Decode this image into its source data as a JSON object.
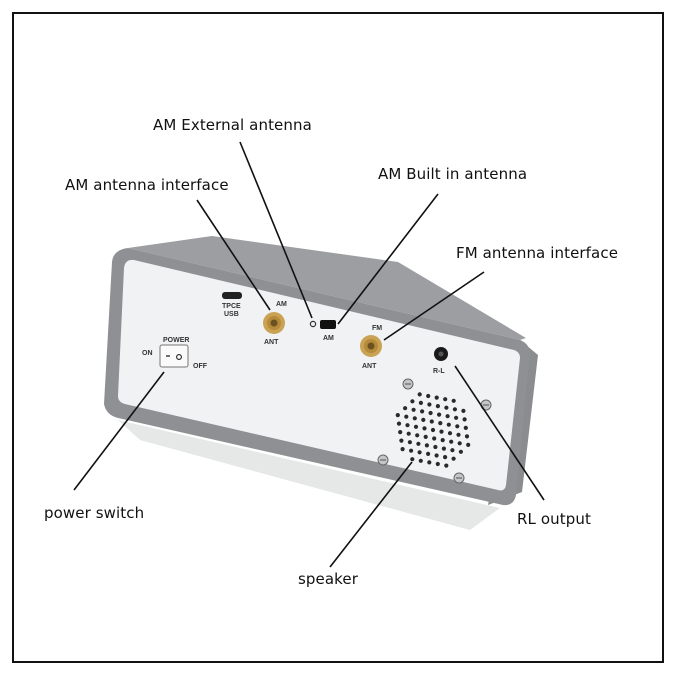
{
  "callouts": {
    "am_external": "AM External antenna",
    "am_interface": "AM antenna interface",
    "am_builtin": "AM Built in antenna",
    "fm_interface": "FM antenna interface",
    "power_switch": "power switch",
    "rl_output": "RL output",
    "speaker": "speaker"
  },
  "panel_labels": {
    "power": "POWER",
    "on": "ON",
    "off": "OFF",
    "usb_line1": "TPCE",
    "usb_line2": "USB",
    "am_top": "AM",
    "am_ant": "ANT",
    "am_switch": "AM",
    "fm_top": "FM",
    "fm_ant": "ANT",
    "rl": "R-L"
  },
  "colors": {
    "panel": "#f1f2f3",
    "casing": "#8d8f92",
    "casing_dark": "#6f7174",
    "connector": "#c9a253"
  }
}
